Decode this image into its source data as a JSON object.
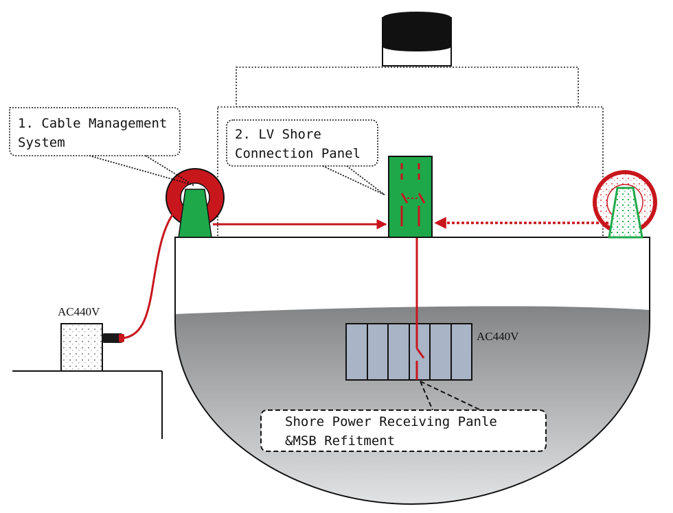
{
  "callouts": {
    "cable_management": {
      "line1": "1. Cable Management",
      "line2": "System"
    },
    "lv_panel": {
      "line1": "2. LV Shore",
      "line2": "Connection Panel"
    },
    "receiving_panel": {
      "line1": "Shore Power Receiving Panle",
      "line2": "&MSB Refitment"
    }
  },
  "voltage_labels": {
    "shore_side": "AC440V",
    "ship_msb": "AC440V"
  },
  "colors": {
    "cable_red": "#c8161d",
    "reel_red": "#c8161d",
    "panel_green": "#1ea84a",
    "hull_fill": "#5f6163",
    "msb_fill": "#a9b4c6",
    "funnel_black": "#111111"
  },
  "icons": {
    "cable_reel": "cable-reel-icon",
    "shore_socket_box": "shore-socket-icon",
    "breaker_switch": "breaker-switch-icon"
  }
}
